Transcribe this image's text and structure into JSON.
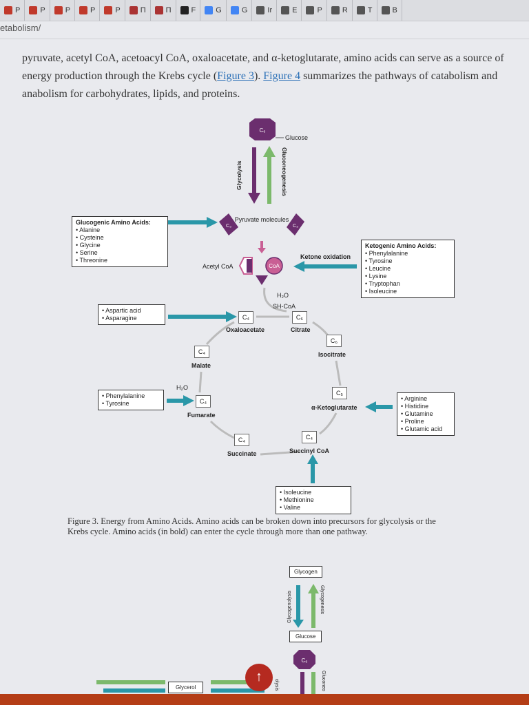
{
  "tabs": [
    {
      "label": "P"
    },
    {
      "label": "P"
    },
    {
      "label": "P"
    },
    {
      "label": "P"
    },
    {
      "label": "P"
    },
    {
      "label": "П"
    },
    {
      "label": "П"
    },
    {
      "label": "F"
    },
    {
      "label": "G"
    },
    {
      "label": "G"
    },
    {
      "label": "Ir"
    },
    {
      "label": "E"
    },
    {
      "label": "P"
    },
    {
      "label": "R"
    },
    {
      "label": "T"
    },
    {
      "label": "B"
    }
  ],
  "url_fragment": "etabolism/",
  "paragraph": {
    "text_1": "pyruvate, acetyl CoA, acetoacyl CoA, oxaloacetate, and α-ketoglutarate, amino acids can serve as a source of energy production through the Krebs cycle (",
    "link_1": "Figure 3",
    "text_2": "). ",
    "link_2": "Figure 4",
    "text_3": " summarizes the pathways of catabolism and anabolism for carbohydrates, lipids, and proteins."
  },
  "figure3": {
    "glucose": "Glucose",
    "c6": "C₆",
    "glycolysis": "Glycolysis",
    "gluconeogenesis": "Gluconeogenesis",
    "pyruvate": "Pyruvate molecules",
    "c3": "C₃",
    "acetyl_coa": "Acetyl CoA",
    "coa": "CoA",
    "ketone_oxidation": "Ketone oxidation",
    "h2o_1": "H₂O",
    "sh_coa": "SH-CoA",
    "c4": "C₄",
    "c5": "C₅",
    "oxaloacetate": "Oxaloacetate",
    "citrate": "Citrate",
    "isocitrate": "Isocitrate",
    "malate": "Malate",
    "h2o_2": "H₂O",
    "fumarate": "Fumarate",
    "alpha_kg": "α-Ketoglutarate",
    "succinate": "Succinate",
    "succinyl_coa": "Succinyl CoA",
    "glucogenic_title": "Glucogenic Amino Acids:",
    "glucogenic": [
      "Alanine",
      "Cysteine",
      "Glycine",
      "Serine",
      "Threonine"
    ],
    "ketogenic_title": "Ketogenic Amino Acids:",
    "ketogenic": [
      "Phenylalanine",
      "Tyrosine",
      "Leucine",
      "Lysine",
      "Tryptophan",
      "Isoleucine"
    ],
    "aspartic": [
      "Aspartic acid",
      "Asparagine"
    ],
    "phenyl": [
      "Phenylalanine",
      "Tyrosine"
    ],
    "akg_group": [
      "Arginine",
      "Histidine",
      "Glutamine",
      "Proline",
      "Glutamic acid"
    ],
    "succ_group": [
      "Isoleucine",
      "Methionine",
      "Valine"
    ],
    "caption": "Figure 3. Energy from Amino Acids. Amino acids can be broken down into precursors for glycolysis or the Krebs cycle. Amino acids (in bold) can enter the cycle through more than one pathway."
  },
  "figure4": {
    "glycogen": "Glycogen",
    "glycogenolysis": "Glycogenolysis",
    "glycogenesis": "Glycogenesis",
    "glucose": "Glucose",
    "c6": "C₆",
    "glycerol": "Glycerol",
    "gluconeo_partial": "Gluconeo",
    "lysis_partial": "olysis"
  },
  "scroll_top_icon": "↑",
  "colors": {
    "purple": "#6b2e6e",
    "green": "#7cb96b",
    "teal": "#2a97a8",
    "pink": "#c95f94"
  }
}
